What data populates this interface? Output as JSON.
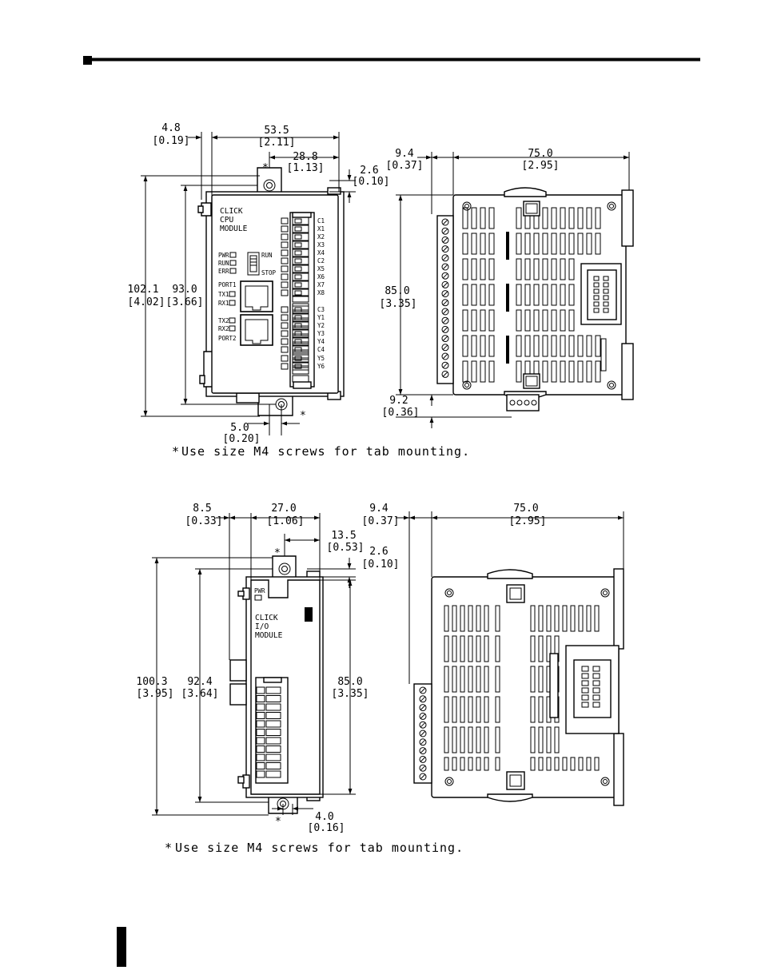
{
  "cpu": {
    "module_label": [
      "CLICK",
      "CPU",
      "MODULE"
    ],
    "leds": [
      "PWR",
      "RUN",
      "ERR"
    ],
    "switch_labels": [
      "RUN",
      "STOP"
    ],
    "port1": [
      "PORT1",
      "TX1",
      "RX1"
    ],
    "port2": [
      "TX2",
      "RX2",
      "PORT2"
    ],
    "terminals": [
      "C1",
      "X1",
      "X2",
      "X3",
      "X4",
      "C2",
      "X5",
      "X6",
      "X7",
      "X8",
      "C3",
      "Y1",
      "Y2",
      "Y3",
      "Y4",
      "C4",
      "Y5",
      "Y6"
    ],
    "dims": {
      "d48": {
        "mm": "4.8",
        "in": "[0.19]"
      },
      "d535": {
        "mm": "53.5",
        "in": "[2.11]"
      },
      "d288": {
        "mm": "28.8",
        "in": "[1.13]"
      },
      "d26": {
        "mm": "2.6",
        "in": "[0.10]"
      },
      "d1021": {
        "mm": "102.1",
        "in": "[4.02]"
      },
      "d930": {
        "mm": "93.0",
        "in": "[3.66]"
      },
      "d50": {
        "mm": "5.0",
        "in": "[0.20]"
      },
      "d94": {
        "mm": "9.4",
        "in": "[0.37]"
      },
      "d750": {
        "mm": "75.0",
        "in": "[2.95]"
      },
      "d850": {
        "mm": "85.0",
        "in": "[3.35]"
      },
      "d92": {
        "mm": "9.2",
        "in": "[0.36]"
      }
    },
    "asterisk": "*",
    "note": "Use size M4 screws for tab mounting."
  },
  "io": {
    "module_label": [
      "CLICK",
      "I/O",
      "MODULE"
    ],
    "led": "PWR",
    "dims": {
      "d85": {
        "mm": "8.5",
        "in": "[0.33]"
      },
      "d270": {
        "mm": "27.0",
        "in": "[1.06]"
      },
      "d135": {
        "mm": "13.5",
        "in": "[0.53]"
      },
      "d26": {
        "mm": "2.6",
        "in": "[0.10]"
      },
      "d94": {
        "mm": "9.4",
        "in": "[0.37]"
      },
      "d750": {
        "mm": "75.0",
        "in": "[2.95]"
      },
      "d1003": {
        "mm": "100.3",
        "in": "[3.95]"
      },
      "d924": {
        "mm": "92.4",
        "in": "[3.64]"
      },
      "d850": {
        "mm": "85.0",
        "in": "[3.35]"
      },
      "d40": {
        "mm": "4.0",
        "in": "[0.16]"
      }
    },
    "asterisk": "*",
    "note": "Use size M4 screws for tab mounting."
  }
}
